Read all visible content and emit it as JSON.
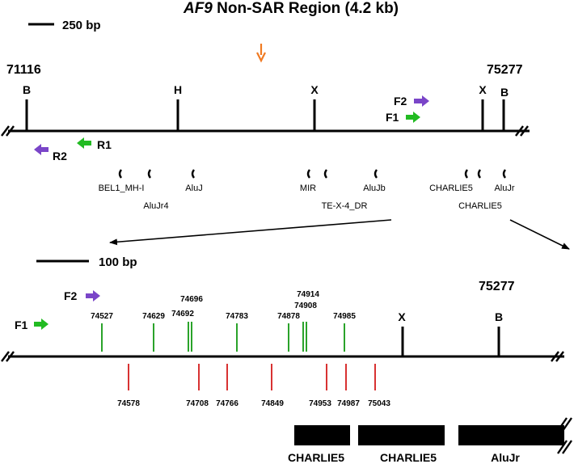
{
  "title": {
    "italic": "AF9",
    "rest": " Non-SAR Region (4.2 kb)"
  },
  "top": {
    "scale_label": "250 bp",
    "start_coord": "71116",
    "end_coord": "75277",
    "sites": [
      {
        "label": "B"
      },
      {
        "label": "H"
      },
      {
        "label": "X"
      },
      {
        "label": "X"
      },
      {
        "label": "B"
      }
    ],
    "primers": {
      "f2": "F2",
      "f1": "F1",
      "r1": "R1",
      "r2": "R2"
    },
    "repeats": [
      {
        "label": "BEL1_MH-I"
      },
      {
        "label": "AluJr4"
      },
      {
        "label": "AluJ"
      },
      {
        "label": "MIR"
      },
      {
        "label": "TE-X-4_DR"
      },
      {
        "label": "AluJb"
      },
      {
        "label": "CHARLIE5"
      },
      {
        "label": "CHARLIE5"
      },
      {
        "label": "AluJr"
      }
    ]
  },
  "bottom": {
    "scale_label": "100 bp",
    "end_coord": "75277",
    "sites": [
      {
        "label": "X"
      },
      {
        "label": "B"
      }
    ],
    "primers": {
      "f2": "F2",
      "f1": "F1"
    },
    "green_marks": [
      "74527",
      "74629",
      "74692",
      "74696",
      "74783",
      "74878",
      "74908",
      "74914",
      "74985"
    ],
    "red_marks": [
      "74578",
      "74708",
      "74766",
      "74849",
      "74953",
      "74987",
      "75043"
    ],
    "repeat_bars": [
      "CHARLIE5",
      "CHARLIE5",
      "AluJr"
    ]
  },
  "colors": {
    "arrow_orange": "#f07a22",
    "primer_purple": "#7a45c8",
    "primer_green": "#22bb22",
    "mark_green": "#2aa32a",
    "mark_red": "#d83232",
    "line": "#000000"
  }
}
